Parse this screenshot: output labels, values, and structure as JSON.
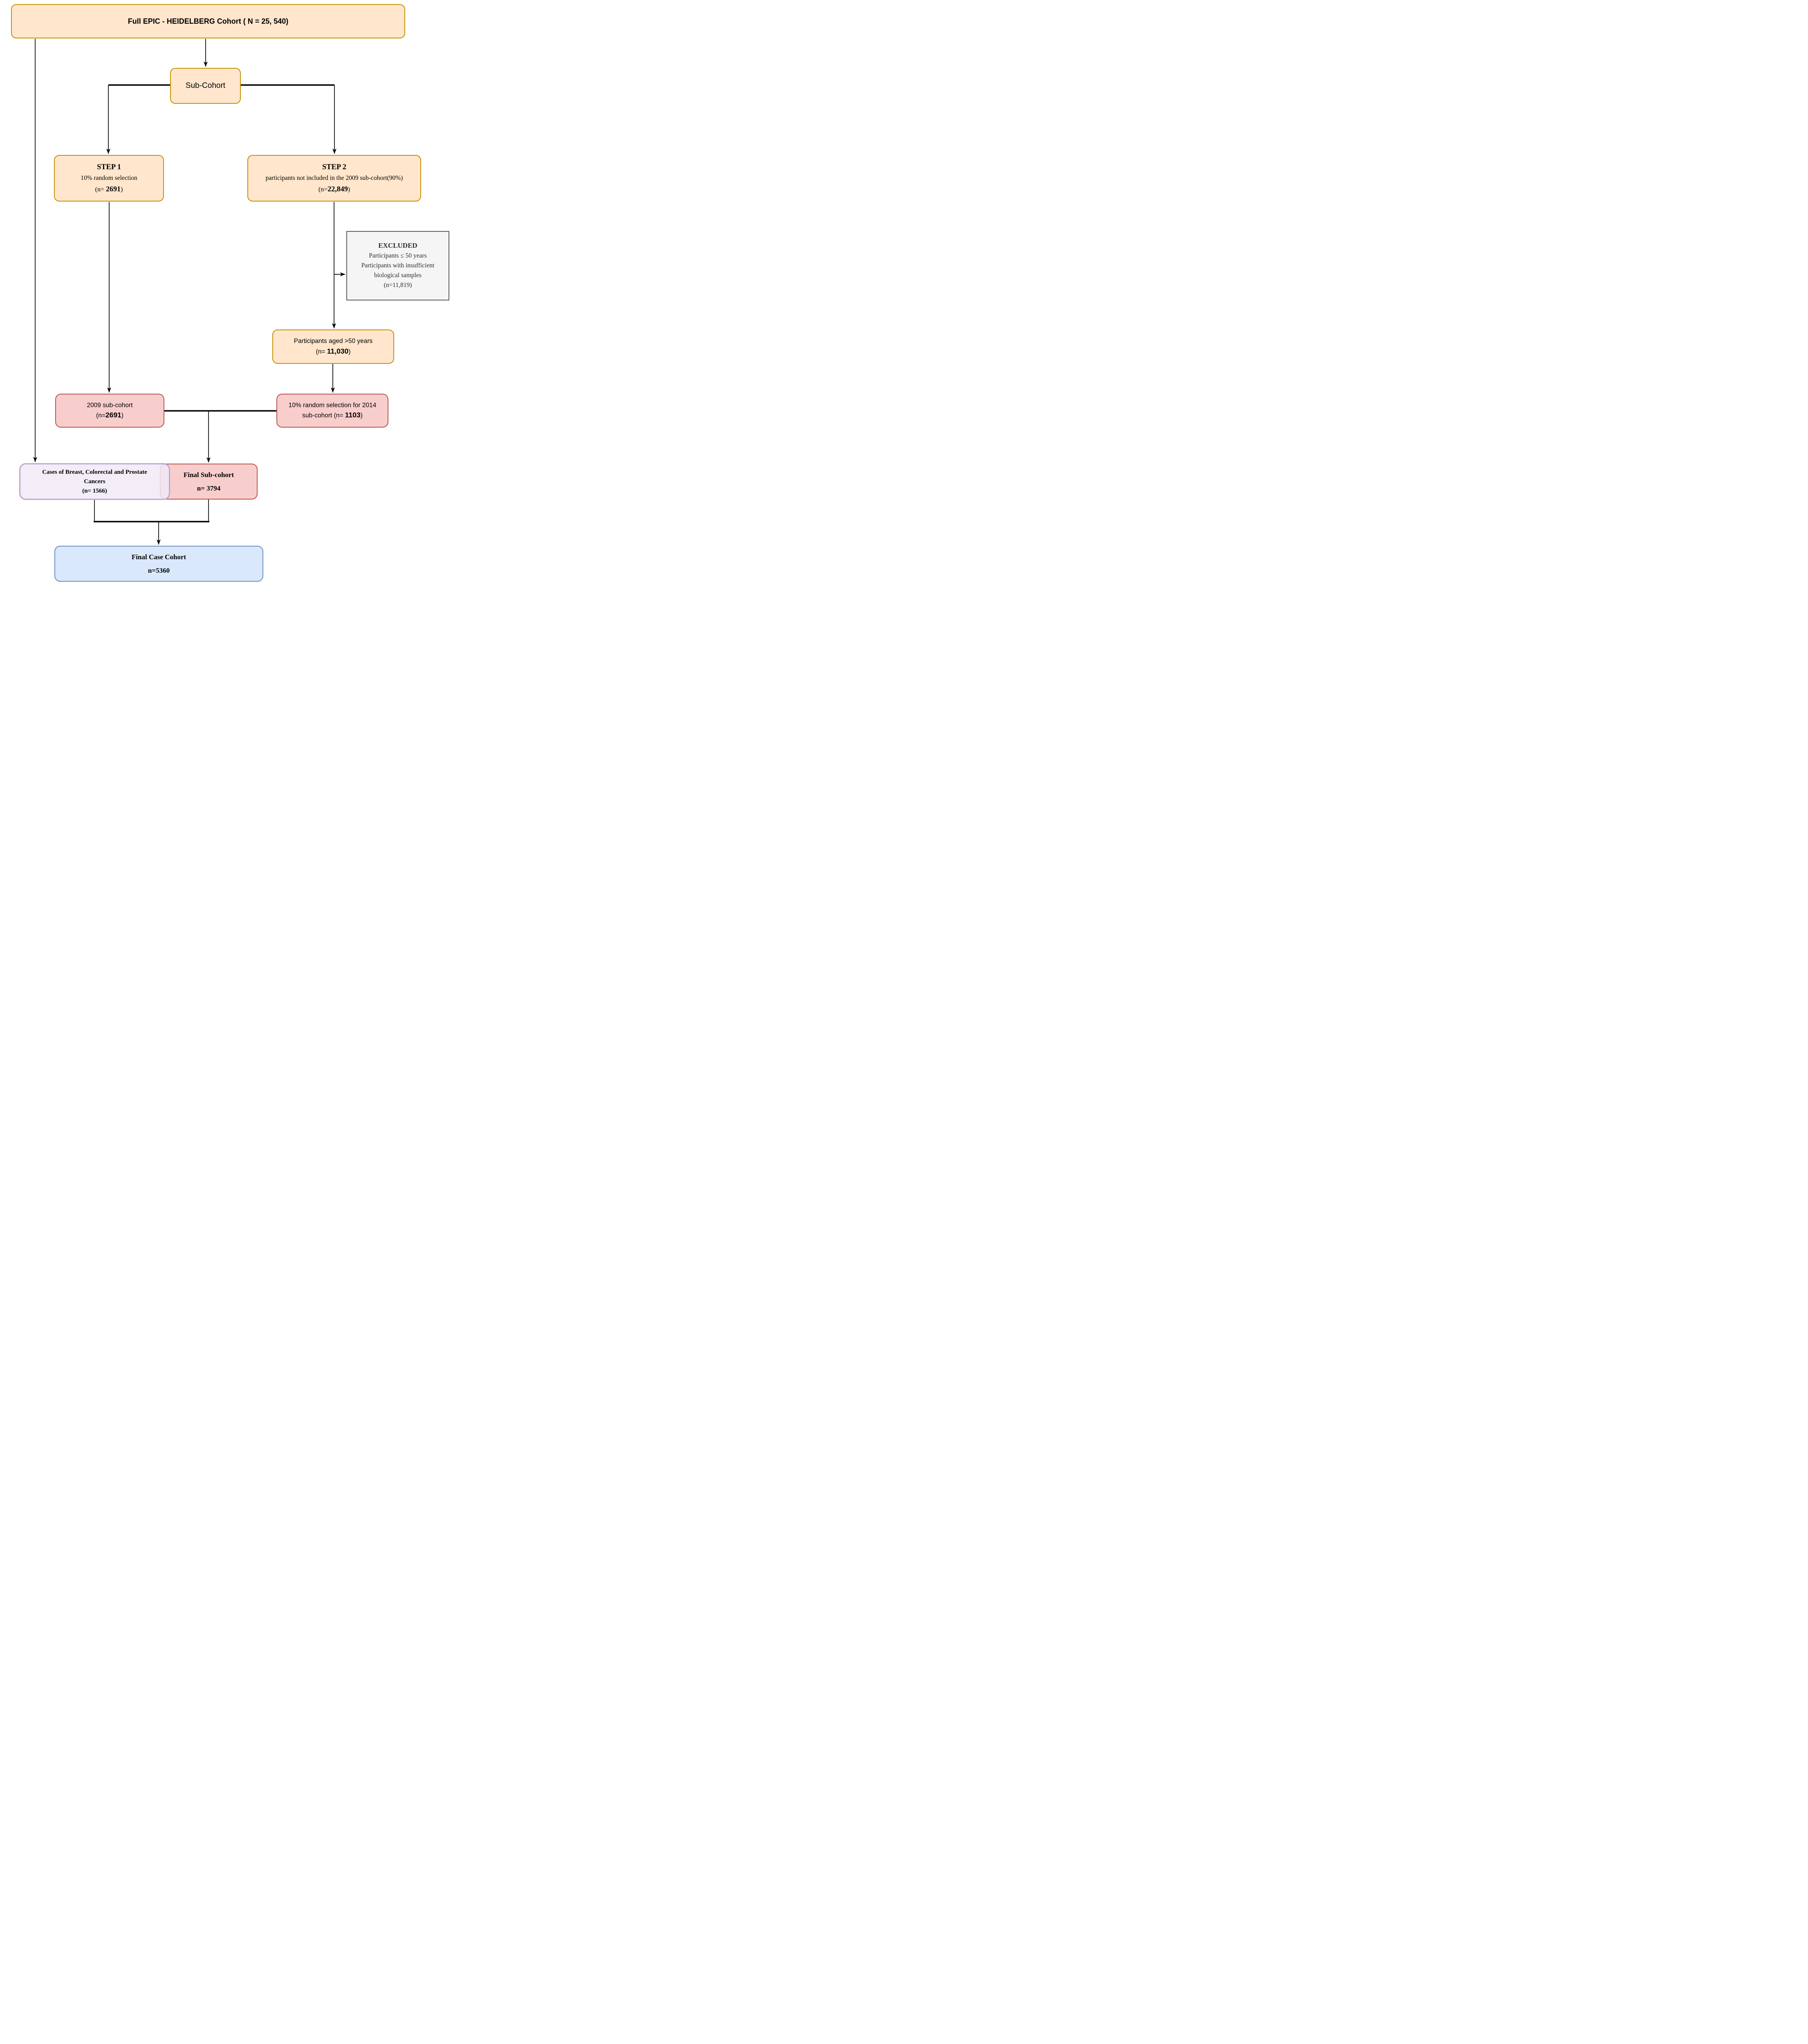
{
  "diagram_type": "cohort-selection-flowchart",
  "colors": {
    "peach_fill": "#FFE6CC",
    "peach_border": "#C49102",
    "pink_fill": "#F8CECC",
    "pink_border": "#B85450",
    "purple_fill": "#F0EAF6",
    "purple_border": "#BFA8CF",
    "blue_fill": "#DAE8FC",
    "blue_border": "#6C8EBF",
    "gray_fill": "#F5F5F5",
    "gray_border": "#5E5E5E",
    "connector": "#000000"
  },
  "nodes": {
    "full_cohort": {
      "label": "Full EPIC - HEIDELBERG Cohort ( N = 25, 540)"
    },
    "sub_cohort": {
      "label": "Sub-Cohort"
    },
    "step1": {
      "heading": "STEP 1",
      "desc": "10% random selection",
      "n_prefix": "(n= ",
      "n": "2691",
      "n_suffix": ")"
    },
    "step2": {
      "heading": "STEP 2",
      "desc": "participants not included in the 2009 sub-cohort(90%)",
      "n_prefix": "(n=",
      "n": "22,849",
      "n_suffix": ")"
    },
    "excluded": {
      "heading": "EXCLUDED",
      "line1": "Participants ≤ 50 years",
      "line2": "Participants with insufficient",
      "line3": "biological samples",
      "line4": "(n=11,819)"
    },
    "aged_over_50": {
      "line1": "Participants aged >50 years",
      "n_prefix": "(n= ",
      "n": "11,030",
      "n_suffix": ")"
    },
    "sub_cohort_2009": {
      "line1": "2009 sub-cohort",
      "n_prefix": "(n=",
      "n": "2691",
      "n_suffix": ")"
    },
    "selection_2014": {
      "line1": "10% random selection for 2014",
      "line2_prefix": "sub-cohort (n= ",
      "n": "1103",
      "line2_suffix": ")"
    },
    "cases": {
      "line1": "Cases of Breast, Colorectal and Prostate",
      "line2": "Cancers",
      "line3": "(n= 1566)"
    },
    "final_sub_cohort": {
      "line1": "Final Sub-cohort",
      "line2": "n= 3794"
    },
    "final_case_cohort": {
      "line1": "Final Case Cohort",
      "line2": "n=5360"
    }
  }
}
